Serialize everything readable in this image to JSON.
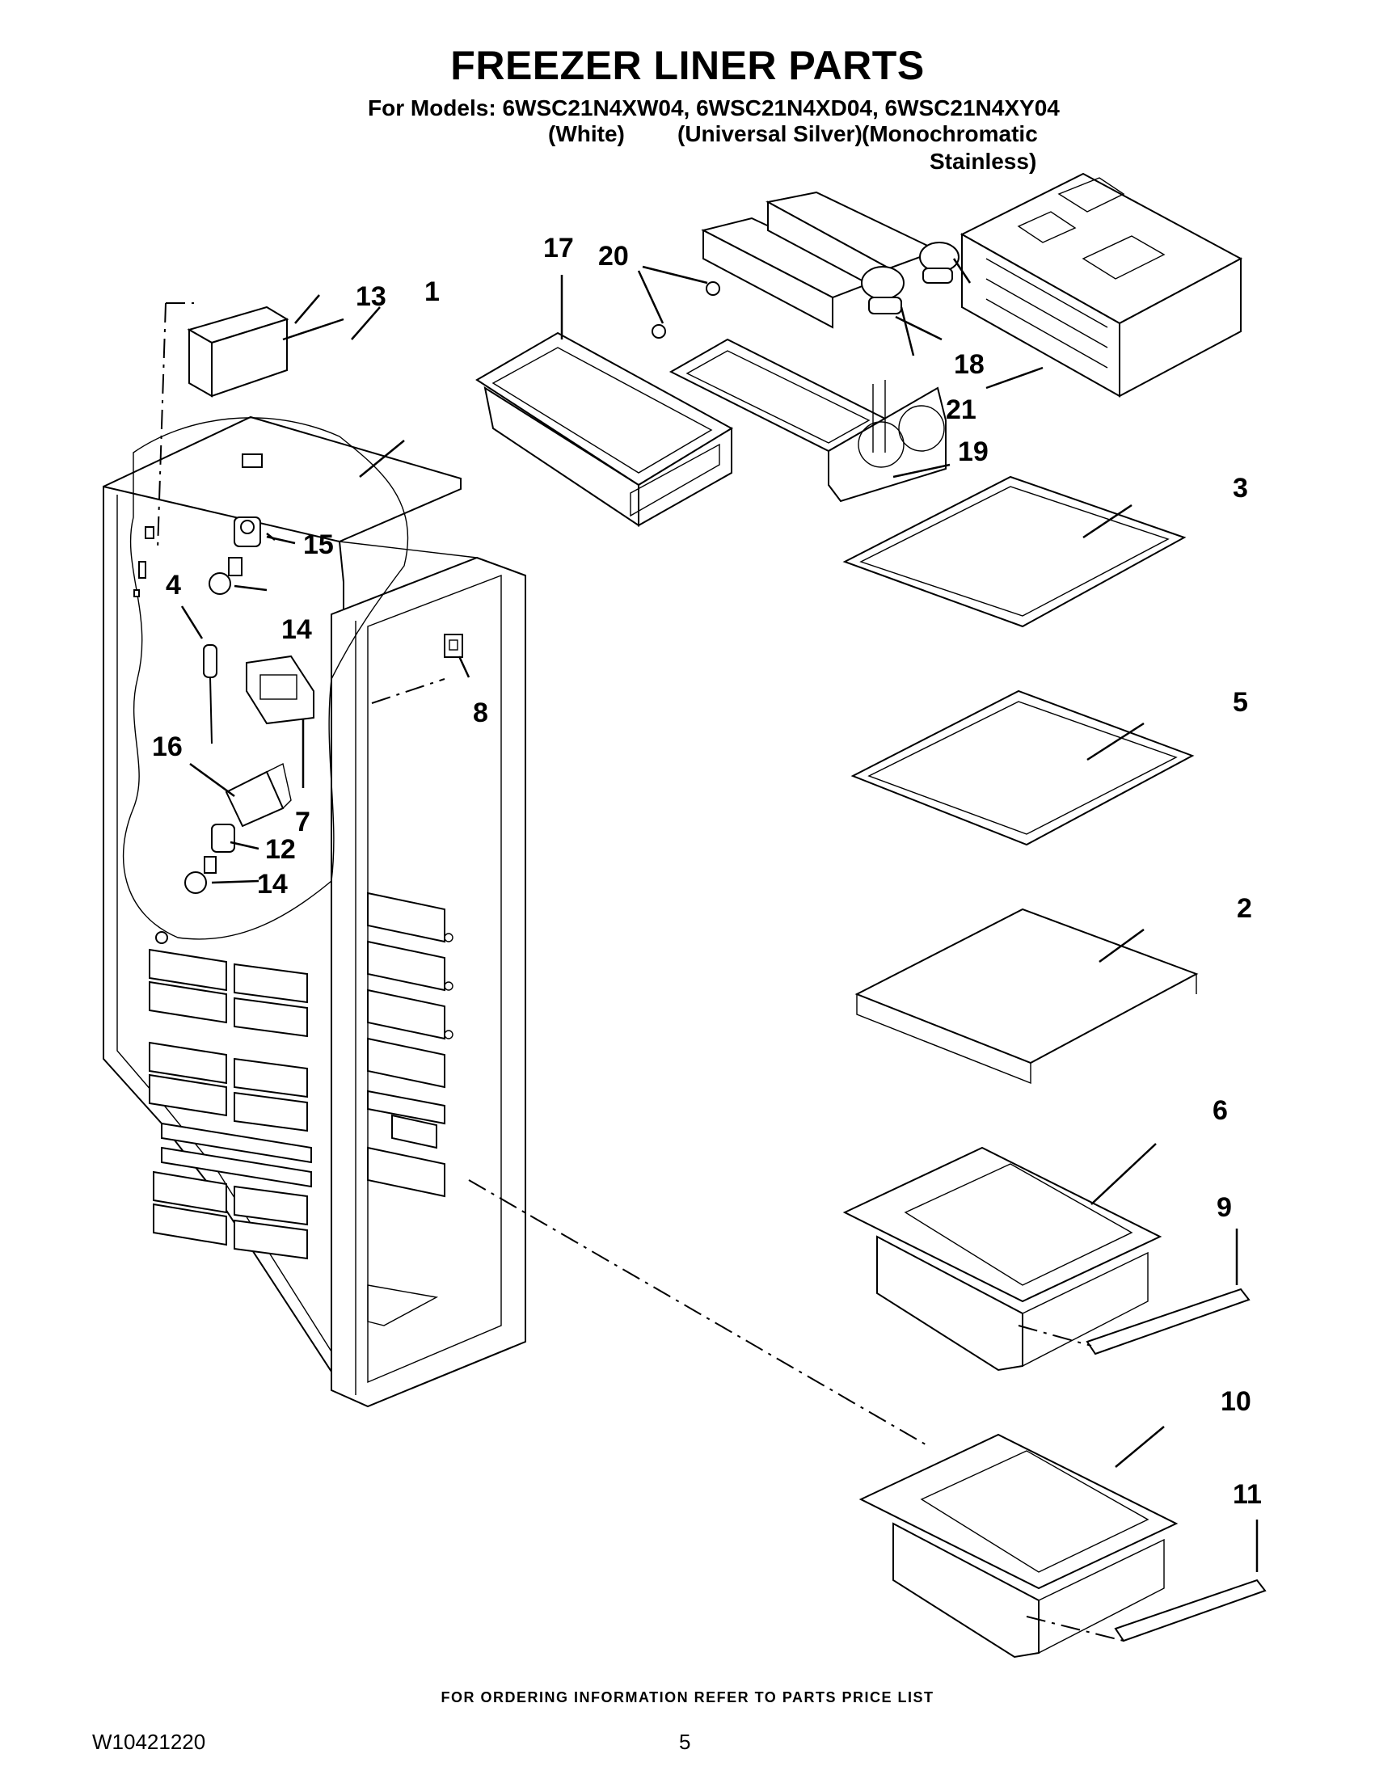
{
  "header": {
    "title": "FREEZER LINER PARTS",
    "models_line": "For Models: 6WSC21N4XW04, 6WSC21N4XD04, 6WSC21N4XY04",
    "variant_white": "(White)",
    "variant_silver": "(Universal Silver)",
    "variant_mono": "(Monochromatic",
    "variant_mono_cont": "Stainless)"
  },
  "callouts": [
    "1",
    "2",
    "3",
    "4",
    "5",
    "6",
    "7",
    "8",
    "9",
    "10",
    "11",
    "12",
    "13",
    "14",
    "14",
    "15",
    "16",
    "17",
    "18",
    "19",
    "20",
    "21"
  ],
  "footer": {
    "note": "FOR ORDERING INFORMATION REFER TO PARTS PRICE LIST",
    "doc_number": "W10421220",
    "page_number": "5"
  }
}
